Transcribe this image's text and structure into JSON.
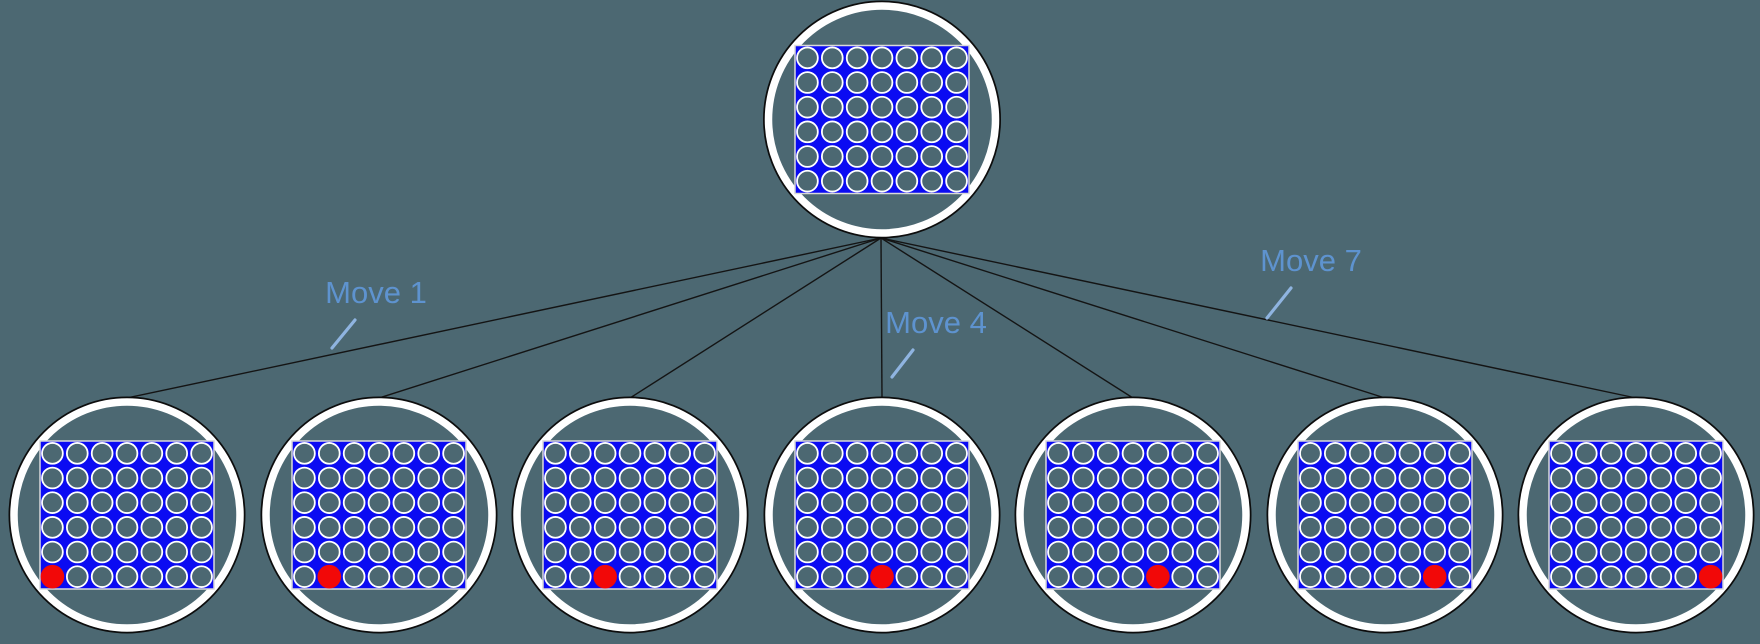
{
  "diagram": {
    "type": "game-tree",
    "board": {
      "columns": 7,
      "rows": 6
    },
    "root": {
      "id": "root-position",
      "pieces": []
    },
    "children": [
      {
        "id": "child-move-1",
        "move": 1,
        "label": "Move 1",
        "pieces": [
          {
            "column": 1,
            "row": 1,
            "color": "red"
          }
        ]
      },
      {
        "id": "child-move-2",
        "move": 2,
        "label": "",
        "pieces": [
          {
            "column": 2,
            "row": 1,
            "color": "red"
          }
        ]
      },
      {
        "id": "child-move-3",
        "move": 3,
        "label": "",
        "pieces": [
          {
            "column": 3,
            "row": 1,
            "color": "red"
          }
        ]
      },
      {
        "id": "child-move-4",
        "move": 4,
        "label": "Move 4",
        "pieces": [
          {
            "column": 4,
            "row": 1,
            "color": "red"
          }
        ]
      },
      {
        "id": "child-move-5",
        "move": 5,
        "label": "",
        "pieces": [
          {
            "column": 5,
            "row": 1,
            "color": "red"
          }
        ]
      },
      {
        "id": "child-move-6",
        "move": 6,
        "label": "",
        "pieces": [
          {
            "column": 6,
            "row": 1,
            "color": "red"
          }
        ]
      },
      {
        "id": "child-move-7",
        "move": 7,
        "label": "Move 7",
        "pieces": [
          {
            "column": 7,
            "row": 1,
            "color": "red"
          }
        ]
      }
    ]
  },
  "colors": {
    "background": "#4c6872",
    "board_fill": "#0b0bf2",
    "board_border": "#d9d9d9",
    "hole_fill": "#4c6872",
    "hole_stroke": "#ffffff",
    "red_disc": "#f20808",
    "node_ring": "#ffffff",
    "node_outline": "#0d0d0d",
    "edge_line": "#141414",
    "label_text": "#5e93cf",
    "leader_mark": "#8fb4e0"
  }
}
